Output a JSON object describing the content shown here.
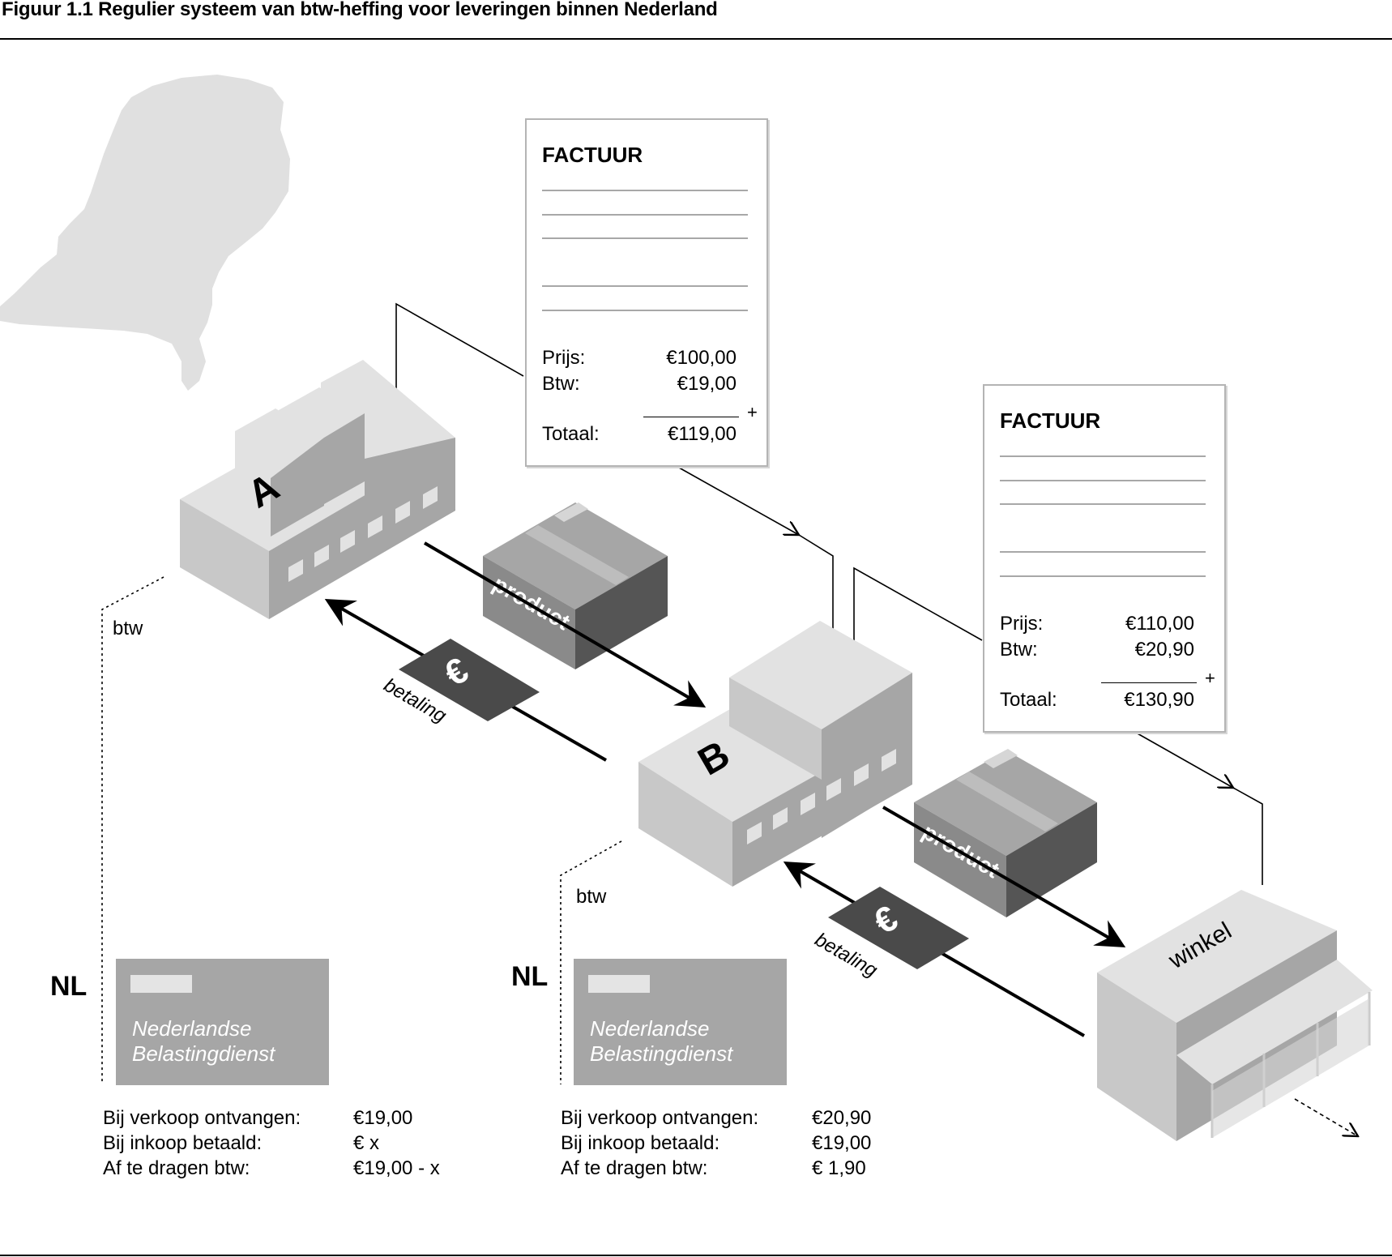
{
  "figure": {
    "title": "Figuur 1.1 Regulier systeem van btw-heffing voor leveringen binnen Nederland"
  },
  "colors": {
    "light": "#e2e2e2",
    "mid": "#c8c8c8",
    "dark": "#a6a6a6",
    "box": "#5a5a5a",
    "euro": "#4a4a4a",
    "map": "#e0e0e0"
  },
  "companies": {
    "a": "A",
    "b": "B",
    "shop": "winkel"
  },
  "product_label": "product",
  "payment_label": "betaling",
  "euro_symbol": "€",
  "invoices": [
    {
      "title": "FACTUUR",
      "price_label": "Prijs:",
      "price": "€100,00",
      "vat_label": "Btw:",
      "vat": "€19,00",
      "plus": "+",
      "total_label": "Totaal:",
      "total": "€119,00"
    },
    {
      "title": "FACTUUR",
      "price_label": "Prijs:",
      "price": "€110,00",
      "vat_label": "Btw:",
      "vat": "€20,90",
      "plus": "+",
      "total_label": "Totaal:",
      "total": "€130,90"
    }
  ],
  "btw_label": "btw",
  "nl_label": "NL",
  "tax_office": {
    "line1": "Nederlandse",
    "line2": "Belastingdienst"
  },
  "summaries": [
    {
      "rows": [
        {
          "label": "Bij verkoop ontvangen:",
          "value": "€19,00"
        },
        {
          "label": "Bij inkoop betaald:",
          "value": "€  x"
        },
        {
          "label": "Af te dragen btw:",
          "value": "€19,00 - x"
        }
      ]
    },
    {
      "rows": [
        {
          "label": "Bij verkoop ontvangen:",
          "value": "€20,90"
        },
        {
          "label": "Bij inkoop betaald:",
          "value": "€19,00"
        },
        {
          "label": "Af te dragen btw:",
          "value": "€   1,90"
        }
      ]
    }
  ]
}
